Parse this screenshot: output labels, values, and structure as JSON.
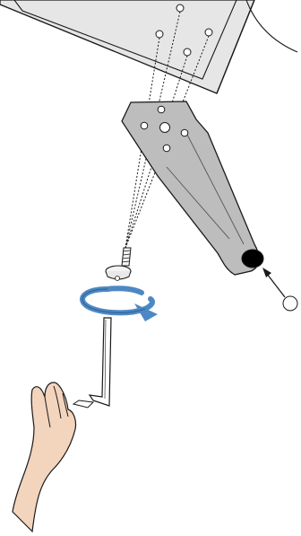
{
  "diagram": {
    "steps": [
      "attach-bracket-to-monitor-base",
      "insert-four-screws",
      "tighten-with-hex-key-clockwise",
      "attach-foot-pad-to-arm-end"
    ],
    "hole_count": 4,
    "rotation_direction": "clockwise",
    "colors": {
      "line": "#1a1a1a",
      "bracket_fill": "#bdbdbd",
      "monitor_fill": "#e6e6e6",
      "screw_fill": "#f4f4f4",
      "arrow_blue": "#4d88c4",
      "skin": "#f3d4bd",
      "foot_pad": "#000000"
    },
    "icons": [
      "monitor-base",
      "mounting-bracket",
      "screw",
      "hex-key",
      "hand",
      "rotation-arrow",
      "rubber-foot",
      "callout-circle"
    ]
  }
}
